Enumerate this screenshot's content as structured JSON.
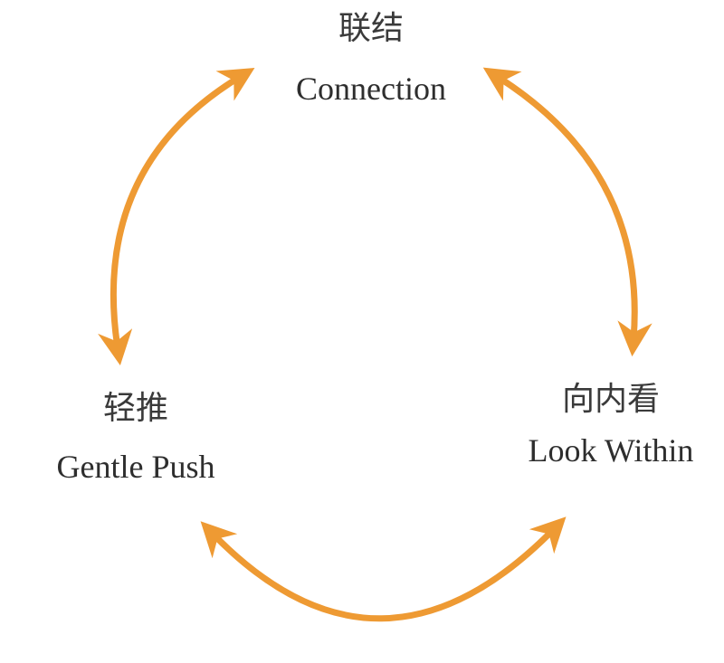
{
  "diagram": {
    "accent_color": "#EE9A33",
    "nodes": [
      {
        "id": "connection",
        "zh": "联结",
        "en": "Connection"
      },
      {
        "id": "look-within",
        "zh": "向内看",
        "en": "Look Within"
      },
      {
        "id": "gentle-push",
        "zh": "轻推",
        "en": "Gentle Push"
      }
    ],
    "edges": [
      {
        "from": "connection",
        "to": "look-within",
        "bidirectional": true
      },
      {
        "from": "look-within",
        "to": "gentle-push",
        "bidirectional": true
      },
      {
        "from": "gentle-push",
        "to": "connection",
        "bidirectional": true
      }
    ]
  }
}
